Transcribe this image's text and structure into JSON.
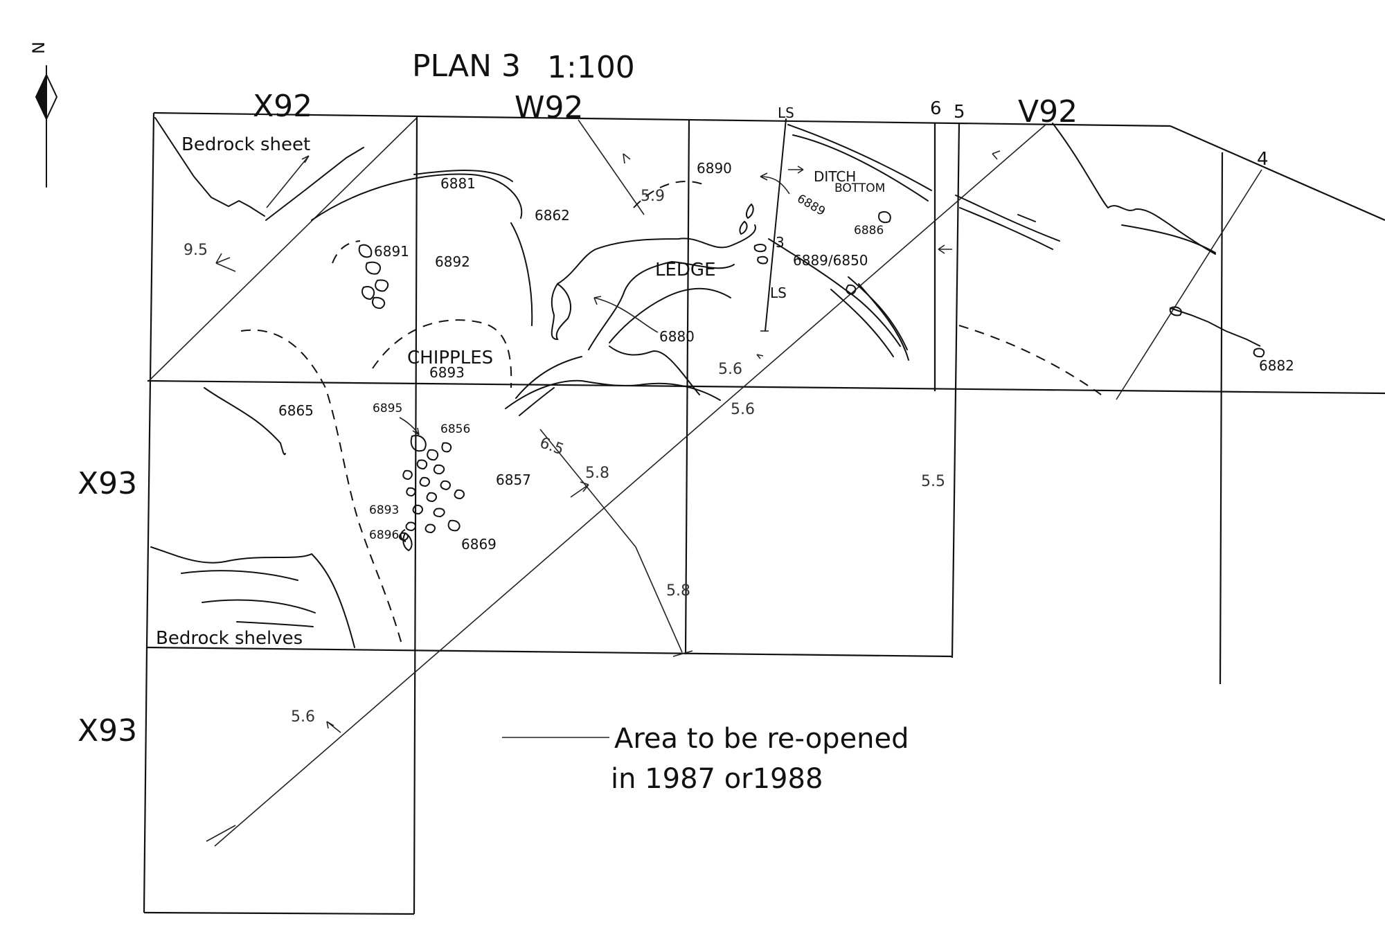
{
  "title": "PLAN 3",
  "scale": "1:100",
  "north": "N",
  "squares": {
    "x92": "X92",
    "w92": "W92",
    "v92": "V92",
    "x93_a": "X93",
    "x93_b": "X93"
  },
  "grid_numbers": {
    "six": "6",
    "five": "5",
    "four": "4",
    "three": "3"
  },
  "section_labels": {
    "ls_top": "LS",
    "ls_bottom": "LS"
  },
  "features": {
    "bedrock_sheet": "Bedrock sheet",
    "bedrock_shelves": "Bedrock shelves",
    "ledge": "LEDGE",
    "chipples": "CHIPPLES",
    "ditch_bottom_1": "DITCH",
    "ditch_bottom_2": "BOTTOM"
  },
  "contexts": {
    "c6881": "6881",
    "c6862": "6862",
    "c6891": "6891",
    "c6892": "6892",
    "c6890": "6890",
    "c6889": "6889",
    "c6886": "6886",
    "c6889_6850": "6889/6850",
    "c6880": "6880",
    "c6893_top": "6893",
    "c6882": "6882",
    "c6865": "6865",
    "c6895": "6895",
    "c6856": "6856",
    "c6857": "6857",
    "c6893_low": "6893",
    "c6896": "6896",
    "c6869": "6869"
  },
  "levels": {
    "l95": "9.5",
    "l59": "5.9",
    "l56_a": "5.6",
    "l56_b": "5.6",
    "l65": "6.5",
    "l58_a": "5.8",
    "l58_b": "5.8",
    "l55": "5.5",
    "l56_c": "5.6"
  },
  "note": {
    "line1": "Area to be re-opened",
    "line2": "in 1987 or1988"
  }
}
